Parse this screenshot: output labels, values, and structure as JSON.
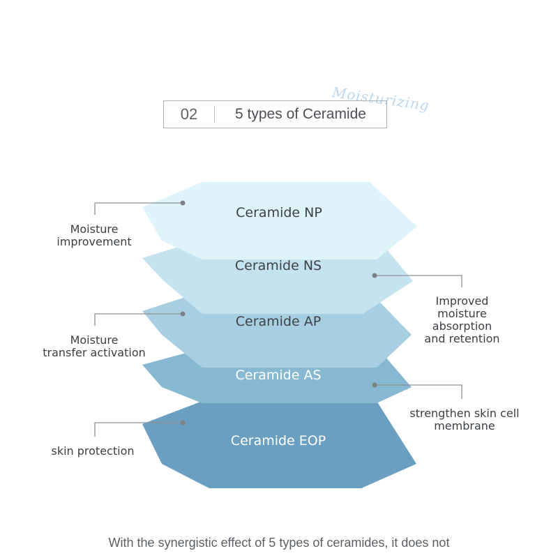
{
  "header": {
    "number": "02",
    "title": "5 types of Ceramide",
    "script_word": "Moisturizing"
  },
  "layers": [
    {
      "label": "Ceramide NP",
      "fill": "#dff3fb",
      "text_color": "#3d4247"
    },
    {
      "label": "Ceramide NS",
      "fill": "#c5e3ef",
      "text_color": "#3d4247"
    },
    {
      "label": "Ceramide AP",
      "fill": "#a8cfe1",
      "text_color": "#3d4247"
    },
    {
      "label": "Ceramide AS",
      "fill": "#87b8d2",
      "text_color": "#ffffff"
    },
    {
      "label": "Ceramide EOP",
      "fill": "#6a9fc2",
      "text_color": "#ffffff"
    }
  ],
  "notes": {
    "np": [
      "Moisture",
      "improvement"
    ],
    "ns": [
      "Improved",
      "moisture",
      "absorption",
      "and retention"
    ],
    "ap": [
      "Moisture",
      "transfer activation"
    ],
    "as": [
      "strengthen skin cell",
      "membrane"
    ],
    "eop": [
      "skin protection"
    ]
  },
  "footer": "With the synergistic effect of 5 types of ceramides, it does not"
}
